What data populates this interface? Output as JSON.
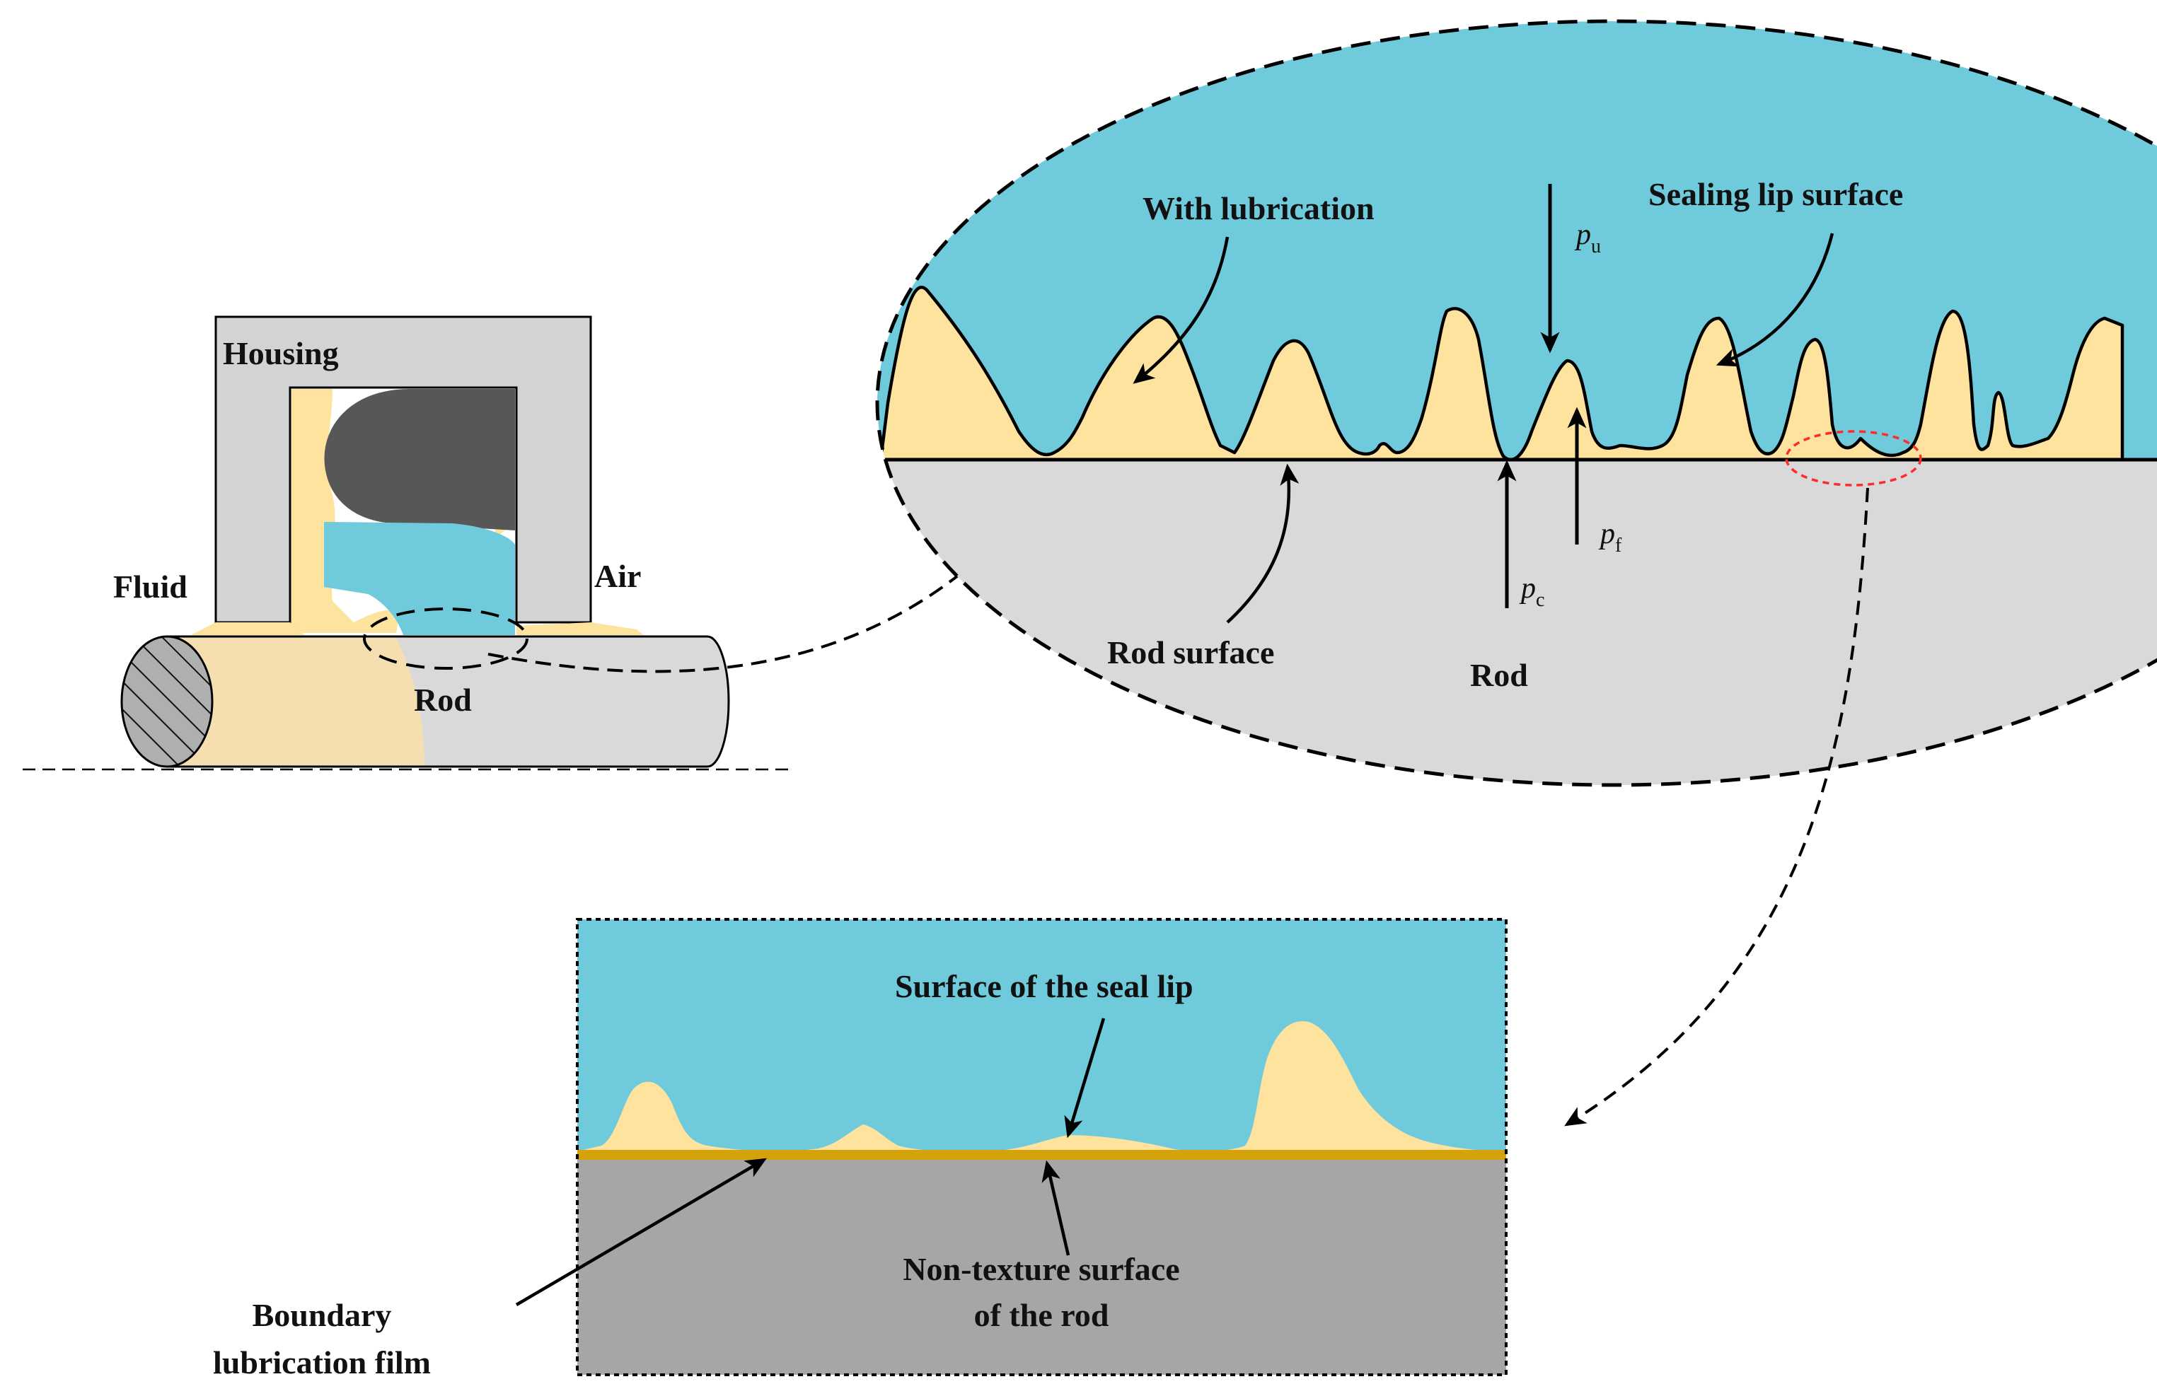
{
  "labels": {
    "housing": "Housing",
    "fluid": "Fluid",
    "air": "Air",
    "rod_small": "Rod",
    "with_lubrication": "With  lubrication",
    "sealing_lip_surface": "Sealing lip surface",
    "rod_surface": "Rod surface",
    "rod_zoom": "Rod",
    "surface_of_seal_lip": "Surface of the seal lip",
    "non_texture_line1": "Non-texture surface",
    "non_texture_line2": "of the rod",
    "boundary_line1": "Boundary",
    "boundary_line2": "lubrication film"
  },
  "symbols": {
    "pu": {
      "base": "p",
      "sub": "u"
    },
    "pf": {
      "base": "p",
      "sub": "f"
    },
    "pc": {
      "base": "p",
      "sub": "c"
    }
  },
  "colors": {
    "seal_cyan": "#6FCBDB",
    "lubricant": "#FDE39D",
    "rod_light": "#F5DEB0",
    "housing_gray": "#D3D3D3",
    "rod_gray": "#D9D9D9",
    "oring_dark": "#575757",
    "rod_dark_gray": "#A6A6A6",
    "film_orange": "#D4A20A",
    "highlight_red": "#FF2A2A"
  }
}
